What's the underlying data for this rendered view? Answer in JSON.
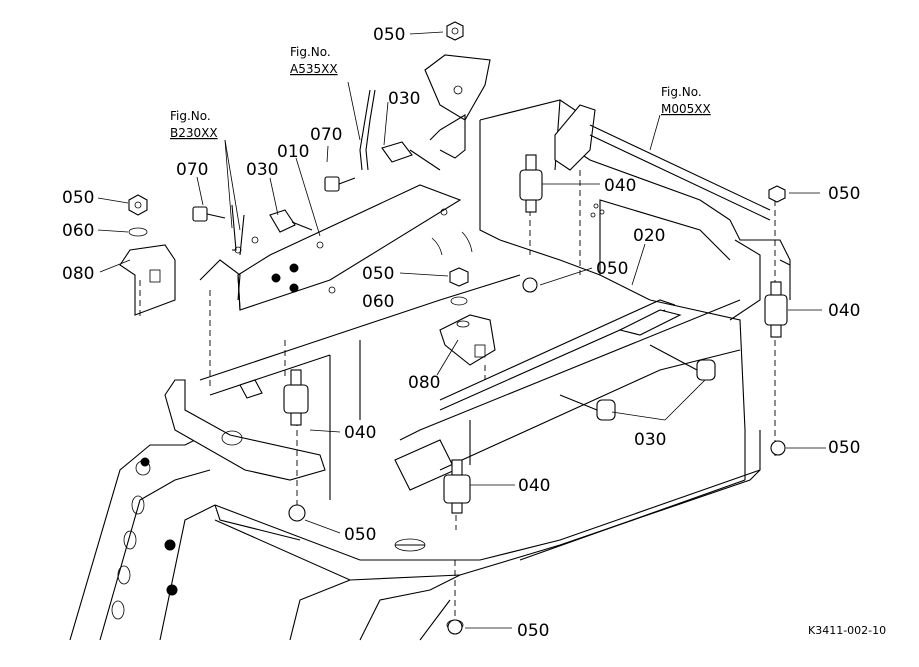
{
  "diagram": {
    "part_labels": {
      "p050_top": "050",
      "p050_left": "050",
      "p050_right_top": "050",
      "p050_center": "050",
      "p050_center_right": "050",
      "p050_right_mid": "050",
      "p050_bottom_left": "050",
      "p050_bottom": "050",
      "p060_left": "060",
      "p060_center": "060",
      "p080_left": "080",
      "p080_center": "080",
      "p070_left": "070",
      "p070_center": "070",
      "p030_top": "030",
      "p030_left": "030",
      "p030_bottom": "030",
      "p010": "010",
      "p020": "020",
      "p040_upper": "040",
      "p040_right": "040",
      "p040_mid": "040",
      "p040_lower": "040"
    },
    "fig_refs": [
      {
        "label": "Fig.No.",
        "code": "A535XX"
      },
      {
        "label": "Fig.No.",
        "code": "B230XX"
      },
      {
        "label": "Fig.No.",
        "code": "M005XX"
      }
    ],
    "drawing_code": "K3411-002-10"
  }
}
